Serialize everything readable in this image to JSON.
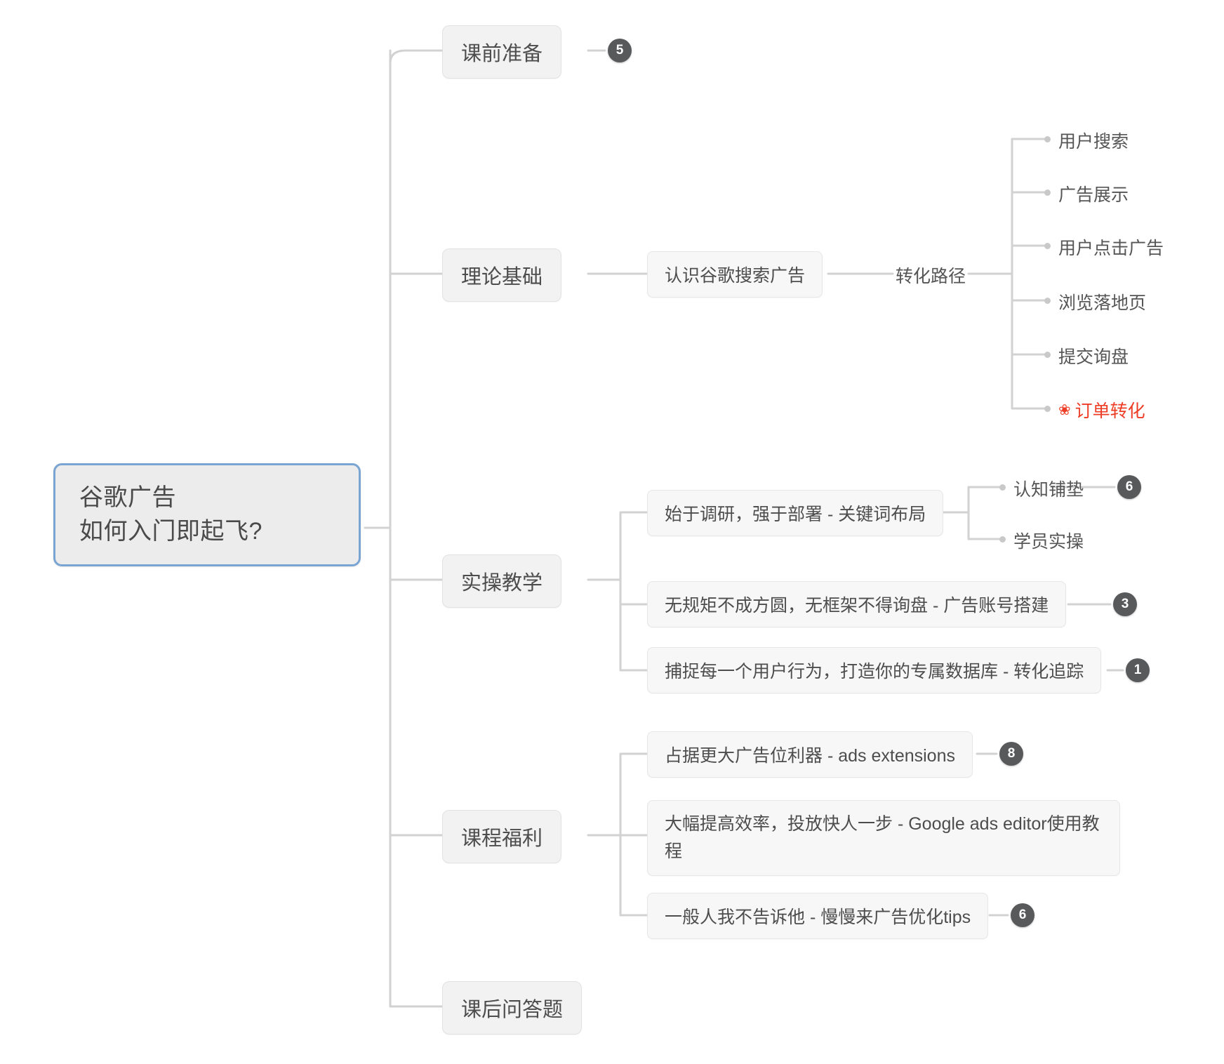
{
  "mindmap": {
    "root": {
      "line1": "谷歌广告",
      "line2": "如何入门即起飞?",
      "accent_color": "#7aa5d2",
      "fill_color": "#ececec"
    },
    "branches": {
      "prep": {
        "label": "课前准备",
        "badge": "5"
      },
      "theory": {
        "label": "理论基础",
        "child": "认识谷歌搜索广告",
        "grandchild": "转化路径",
        "path_steps": [
          {
            "label": "用户搜索"
          },
          {
            "label": "广告展示"
          },
          {
            "label": "用户点击广告"
          },
          {
            "label": "浏览落地页"
          },
          {
            "label": "提交询盘"
          },
          {
            "label": "订单转化",
            "icon": "flower-icon",
            "color": "#ee3d26"
          }
        ]
      },
      "practice": {
        "label": "实操教学",
        "items": [
          {
            "label": "始于调研，强于部署 - 关键词布局",
            "children": [
              {
                "label": "认知铺垫",
                "badge": "6"
              },
              {
                "label": "学员实操",
                "badge": ""
              }
            ]
          },
          {
            "label": "无规矩不成方圆，无框架不得询盘 - 广告账号搭建",
            "badge": "3"
          },
          {
            "label": "捕捉每一个用户行为，打造你的专属数据库 - 转化追踪",
            "badge": "1"
          }
        ]
      },
      "benefits": {
        "label": "课程福利",
        "items": [
          {
            "label": "占据更大广告位利器 - ads extensions",
            "badge": "8"
          },
          {
            "label": "大幅提高效率，投放快人一步 - Google ads editor使用教程",
            "badge": ""
          },
          {
            "label": "一般人我不告诉他 - 慢慢来广告优化tips",
            "badge": "6"
          }
        ]
      },
      "qa": {
        "label": "课后问答题"
      }
    }
  }
}
